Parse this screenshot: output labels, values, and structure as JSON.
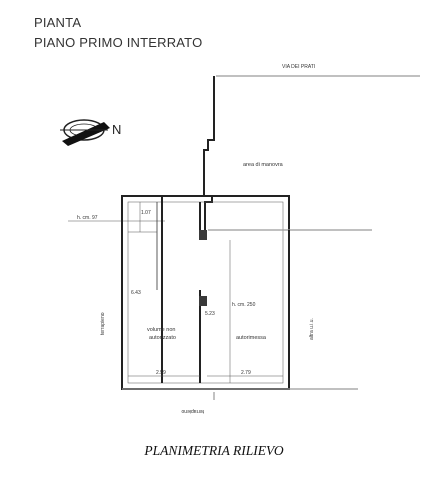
{
  "header": {
    "title_line1": "PIANTA",
    "title_line2": "PIANO PRIMO INTERRATO"
  },
  "plan": {
    "street_label": "VIA DEI PRATI",
    "north_label": "N",
    "area_manovra": "area di manovra",
    "height_label": "h. cm. 97",
    "height_label_2": "h. cm. 250",
    "dim_top": "1.07",
    "dim_left": "6.43",
    "dim_center": "5.23",
    "room_volume_line1": "volume non",
    "room_volume_line2": "autorizzato",
    "room_garage": "autorimessa",
    "dim_bottom_left": "2.59",
    "dim_bottom_right": "2.79",
    "side_label_left": "terrapieno",
    "side_label_right": "altra u.i.u.",
    "bottom_label": "terrapieno"
  },
  "caption": {
    "text": "PLANIMETRIA RILIEVO"
  }
}
